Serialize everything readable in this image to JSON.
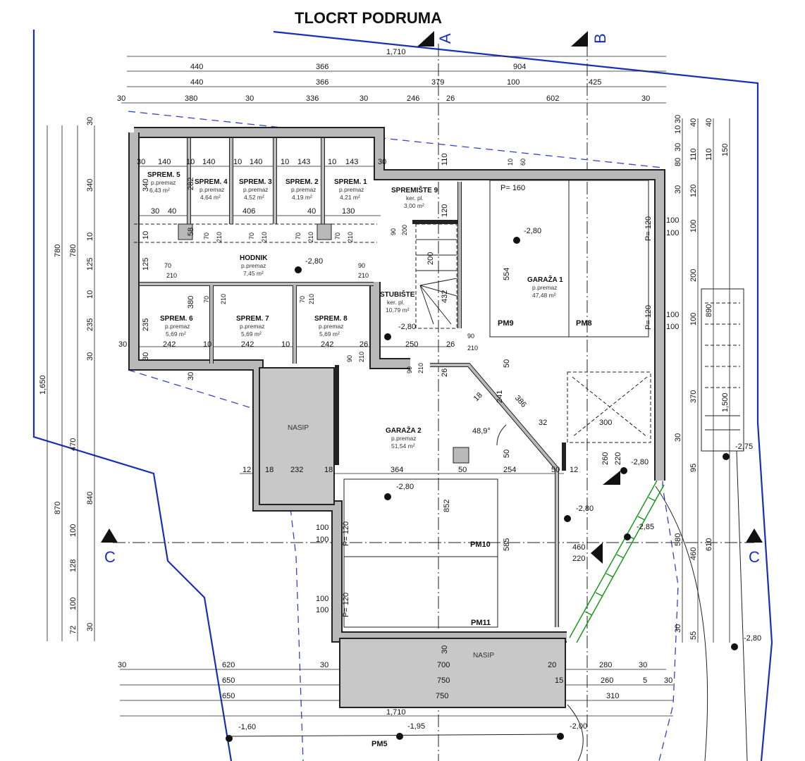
{
  "title": "TLOCRT PODRUMA",
  "sections": {
    "a": "A",
    "b": "B",
    "c_left": "C",
    "c_right": "C"
  },
  "dims_top": {
    "r1": [
      "1,710"
    ],
    "r2": [
      "440",
      "366",
      "904"
    ],
    "r3": [
      "440",
      "366",
      "379",
      "100",
      "425"
    ],
    "r4": [
      "30",
      "380",
      "30",
      "336",
      "30",
      "246",
      "26",
      "602",
      "30"
    ]
  },
  "dims_left": {
    "c1": [
      "1,650"
    ],
    "c2": [
      "780",
      "870"
    ],
    "c3": [
      "780",
      "470",
      "100",
      "128",
      "100",
      "72"
    ],
    "c4": [
      "30",
      "340",
      "10",
      "125",
      "10",
      "235",
      "30",
      "840",
      "30"
    ]
  },
  "dims_right": {
    "c1": [
      "30",
      "10",
      "30",
      "80",
      "30",
      "30",
      "580",
      "30"
    ],
    "c2": [
      "40",
      "110",
      "120",
      "100",
      "200",
      "100",
      "370",
      "95",
      "460",
      "55"
    ],
    "c3": [
      "40",
      "110",
      "890",
      "610"
    ],
    "c4": [
      "150",
      "1,500"
    ]
  },
  "dims_bottom": {
    "r1": [
      "30",
      "620",
      "30",
      "700",
      "20",
      "280",
      "30"
    ],
    "r2": [
      "650",
      "750",
      "15",
      "260",
      "5",
      "30"
    ],
    "r3": [
      "650",
      "750",
      "310"
    ],
    "r4": [
      "1,710"
    ]
  },
  "dims_inner": {
    "storage_top": [
      "30",
      "140",
      "10",
      "140",
      "10",
      "140",
      "10",
      "143",
      "10",
      "143",
      "30"
    ],
    "storage_mid": [
      "30",
      "40",
      "406",
      "40",
      "130"
    ],
    "storage_bottom": [
      "30",
      "242",
      "10",
      "242",
      "10",
      "242",
      "26",
      "250",
      "26"
    ],
    "garage2_row": [
      "12",
      "18",
      "232",
      "18",
      "364",
      "50",
      "254",
      "50",
      "12"
    ],
    "vertical": [
      "340",
      "282",
      "58",
      "10",
      "125",
      "380",
      "235",
      "30",
      "30",
      "120",
      "200",
      "432",
      "554",
      "852",
      "585",
      "50",
      "50",
      "26",
      "260",
      "220",
      "30",
      "110"
    ],
    "doors": [
      "70",
      "210",
      "70",
      "210",
      "70",
      "210",
      "70",
      "210",
      "70",
      "210",
      "70",
      "210",
      "70",
      "210",
      "90",
      "210",
      "90",
      "200",
      "90",
      "210",
      "90",
      "210",
      "90",
      "210"
    ],
    "misc": [
      "386",
      "241",
      "18",
      "32",
      "300",
      "460",
      "220",
      "P= 160",
      "P= 120",
      "P= 120",
      "P= 120",
      "P= 120",
      "100",
      "100",
      "100",
      "100",
      "100",
      "100",
      "100",
      "100",
      "60",
      "10"
    ],
    "angle": "48,9°"
  },
  "rooms": [
    {
      "name": "SPREM. 5",
      "finish": "p.premaz",
      "area": "6,43 m²"
    },
    {
      "name": "SPREM. 4",
      "finish": "p.premaz",
      "area": "4,64 m²"
    },
    {
      "name": "SPREM. 3",
      "finish": "p.premaz",
      "area": "4,52 m²"
    },
    {
      "name": "SPREM. 2",
      "finish": "p.premaz",
      "area": "4,19 m²"
    },
    {
      "name": "SPREM. 1",
      "finish": "p.premaz",
      "area": "4,21 m²"
    },
    {
      "name": "HODNIK",
      "finish": "p.premaz",
      "area": "7,45 m²"
    },
    {
      "name": "SPREM. 6",
      "finish": "p.premaz",
      "area": "5,69 m²"
    },
    {
      "name": "SPREM. 7",
      "finish": "p.premaz",
      "area": "5,69 m²"
    },
    {
      "name": "SPREM. 8",
      "finish": "p.premaz",
      "area": "5,69 m²"
    },
    {
      "name": "SPREMIŠTE 9",
      "finish": "ker. pl.",
      "area": "3,00 m²"
    },
    {
      "name": "STUBIŠTE",
      "finish": "ker. pl.",
      "area": "10,79 m²"
    },
    {
      "name": "GARAŽA 1",
      "finish": "p.premaz",
      "area": "47,48 m²"
    },
    {
      "name": "GARAŽA 2",
      "finish": "p.premaz",
      "area": "51,54 m²"
    },
    {
      "name": "NASIP"
    },
    {
      "name": "NASIP"
    }
  ],
  "elevations": [
    "-2,80",
    "-2,80",
    "-2,80",
    "-2,80",
    "-2,80",
    "-2,80",
    "-2,85",
    "-2,75",
    "-2,80",
    "-1,60",
    "-1,95",
    "-2,00"
  ],
  "parking": [
    "PM9",
    "PM8",
    "PM10",
    "PM11",
    "PM5"
  ]
}
